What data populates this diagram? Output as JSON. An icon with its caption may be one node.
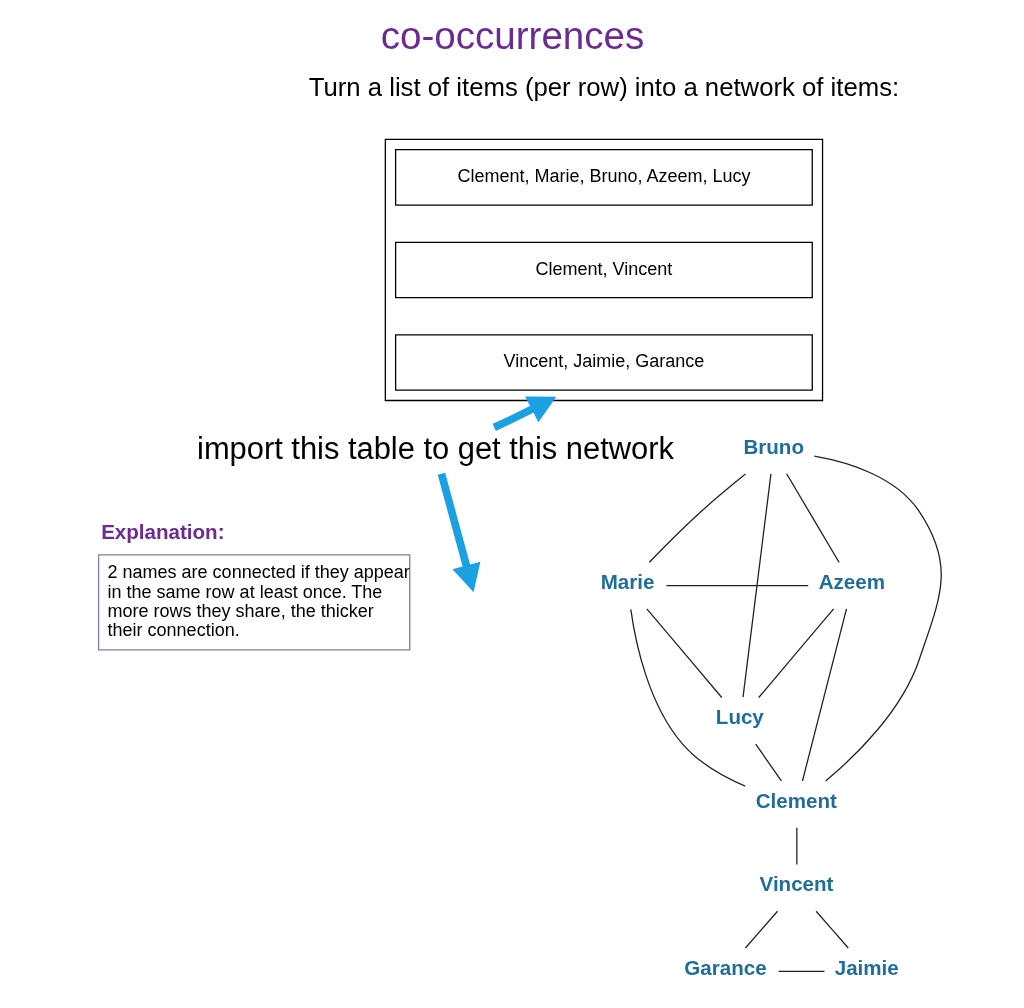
{
  "diagram": {
    "title": "co-occurrences",
    "labels": [
      "Turn a list of items (per row) into a network of items:"
    ],
    "nodes": [
      {
        "text": [],
        "shape": "box"
      },
      {
        "text": [
          "Clement, Marie, Bruno, Azeem, Lucy"
        ],
        "in": 0
      },
      {
        "text": [
          "Clement, Vincent"
        ],
        "in": 0
      },
      {
        "text": [
          "Vincent, Jaimie, Garance"
        ],
        "in": 0
      },
      {
        "text": [
          "import this table to get this network"
        ]
      },
      {
        "text": [
          "Bruno"
        ]
      },
      {
        "text": [
          "Marie"
        ]
      },
      {
        "text": [
          "Azeem"
        ]
      },
      {
        "text": [
          "Lucy"
        ]
      },
      {
        "text": [
          "Clement"
        ]
      },
      {
        "text": [
          "Vincent"
        ]
      },
      {
        "text": [
          "Jaimie"
        ]
      },
      {
        "text": [
          "Garance"
        ]
      },
      {
        "text": [
          "Explanation:",
          "2 names are connected if they appear in the same row at least once. The more rows they share, the thicker their connection."
        ]
      }
    ],
    "edges": [
      {
        "from": 4,
        "to": 0,
        "arrow": "to",
        "style": "thick",
        "color": "#1ba1e2"
      },
      {
        "from": 4,
        "to": null,
        "arrow": "to",
        "style": "thick",
        "color": "#1ba1e2"
      },
      {
        "from": 6,
        "to": 5,
        "arrow": "none"
      },
      {
        "from": 5,
        "to": 7,
        "arrow": "none"
      },
      {
        "from": 6,
        "to": 7,
        "arrow": "none"
      },
      {
        "from": 6,
        "to": 8,
        "arrow": "none"
      },
      {
        "from": 5,
        "to": 8,
        "arrow": "none"
      },
      {
        "from": 5,
        "to": 9,
        "arrow": "none"
      },
      {
        "from": 7,
        "to": 8,
        "arrow": "none"
      },
      {
        "from": 6,
        "to": 9,
        "arrow": "none"
      },
      {
        "from": 7,
        "to": 9,
        "arrow": "none"
      },
      {
        "from": 8,
        "to": 9,
        "arrow": "none"
      },
      {
        "from": 9,
        "to": 10,
        "arrow": "none"
      },
      {
        "from": 10,
        "to": 11,
        "arrow": "none"
      },
      {
        "from": 10,
        "to": 12,
        "arrow": "none"
      },
      {
        "from": 12,
        "to": 11,
        "arrow": "none"
      }
    ]
  }
}
